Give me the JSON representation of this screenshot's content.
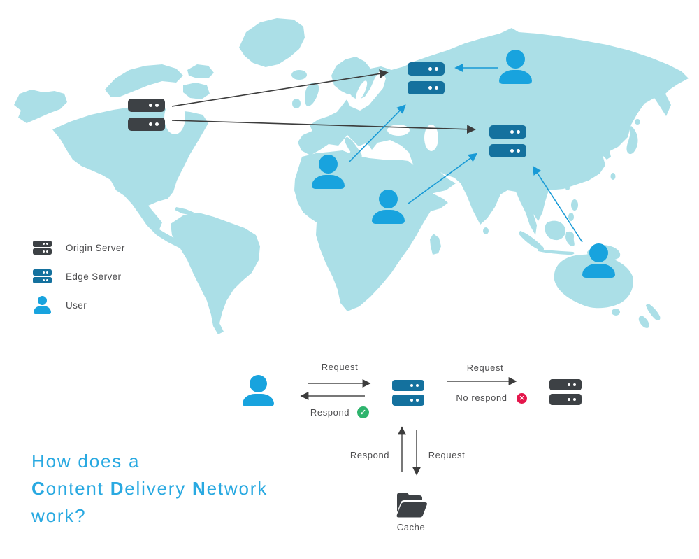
{
  "title": {
    "line1": "How does a",
    "line2_parts": [
      {
        "text": "C",
        "bold": true
      },
      {
        "text": "ontent ",
        "bold": false
      },
      {
        "text": "D",
        "bold": true
      },
      {
        "text": "elivery ",
        "bold": false
      },
      {
        "text": "N",
        "bold": true
      },
      {
        "text": "etwork",
        "bold": false
      }
    ],
    "line3": "work?"
  },
  "legend": {
    "items": [
      {
        "icon": "origin-server-icon",
        "label": "Origin Server"
      },
      {
        "icon": "edge-server-icon",
        "label": "Edge Server"
      },
      {
        "icon": "user-icon",
        "label": "User"
      }
    ]
  },
  "flow": {
    "user_edge_request": "Request",
    "user_edge_respond": "Respond",
    "edge_origin_request": "Request",
    "edge_origin_no_respond": "No respond",
    "cache_respond": "Respond",
    "cache_request": "Request",
    "cache_label": "Cache",
    "success_glyph": "✓",
    "error_glyph": "✕"
  },
  "icons": {
    "origin_server": "dark stacked server bars",
    "edge_server": "blue stacked server bars",
    "user": "blue person silhouette",
    "cache": "open folder",
    "success": "green check circle",
    "error": "red cross circle"
  },
  "colors": {
    "map_land": "#abdfe7",
    "user_blue": "#18a3de",
    "edge_server_blue": "#14719e",
    "origin_server_gray": "#3d4145",
    "arrow_dark": "#3c3c3c",
    "arrow_blue": "#189ad6",
    "success_green": "#2eb46d",
    "error_red": "#e4164b",
    "title_blue": "#29a9e1",
    "label_gray": "#4d4d4f"
  }
}
